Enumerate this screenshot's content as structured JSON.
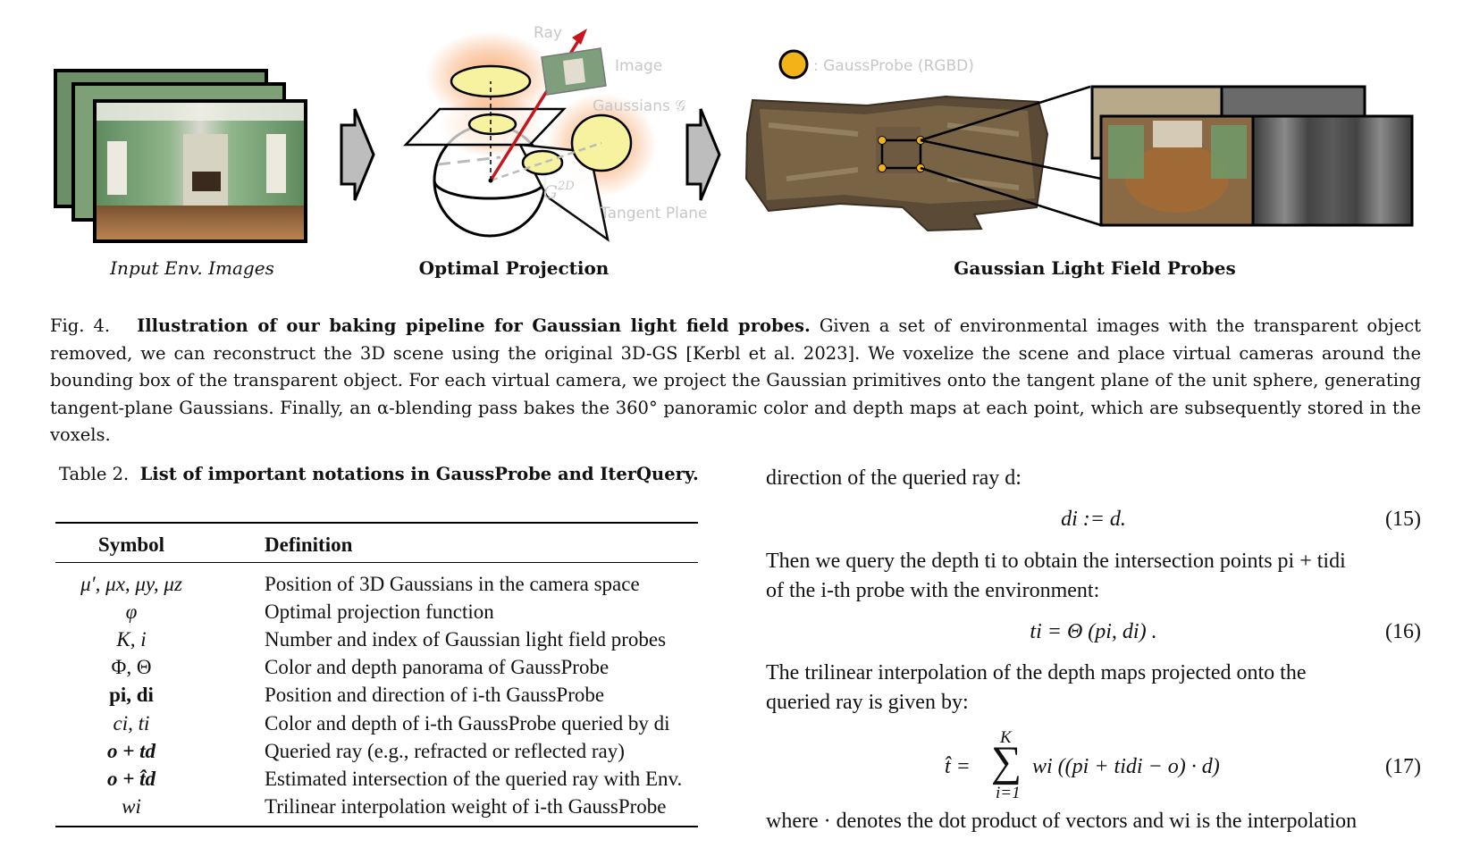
{
  "figure": {
    "panels": {
      "input_label": "Input Env. Images",
      "projection_label": "Optimal Projection",
      "probes_label": "Gaussian Light Field Probes"
    },
    "annotations": {
      "ray": "Ray",
      "image": "Image",
      "gaussians": "Gaussians 𝒢",
      "g2d": "G",
      "g2d_sup": "2D",
      "tangent_plane": "Tangent Plane",
      "probe_legend": ": GaussProbe (RGBD)"
    },
    "colors": {
      "probe_dot": "#f2b218",
      "ray_red": "#c8141c",
      "ellipse_fill": "#f6f2a0",
      "glow": "#f7a66a",
      "wall_green": "#6f9a6a",
      "floor_wood": "#9a6a3a",
      "arrow_gray": "#bdbdbd"
    },
    "caption_label": "Fig. 4.",
    "caption_title": "Illustration of our baking pipeline for Gaussian light field probes.",
    "caption_text": "Given a set of environmental images with the transparent object removed, we can reconstruct the 3D scene using the original 3D-GS [Kerbl et al. 2023]. We voxelize the scene and place virtual cameras around the bounding box of the transparent object. For each virtual camera, we project the Gaussian primitives onto the tangent plane of the unit sphere, generating tangent-plane Gaussians. Finally, an α-blending pass bakes the 360° panoramic color and depth maps at each point, which are subsequently stored in the voxels."
  },
  "table": {
    "label": "Table 2.",
    "title": "List of important notations in GaussProbe and IterQuery.",
    "headers": [
      "Symbol",
      "Definition"
    ],
    "rows": [
      {
        "symbol": "μ′, μx, μy, μz",
        "definition": "Position of 3D Gaussians in the camera space"
      },
      {
        "symbol": "φ",
        "definition": "Optimal projection function"
      },
      {
        "symbol": "K, i",
        "definition": "Number and index of Gaussian light field probes"
      },
      {
        "symbol": "Φ, Θ",
        "definition": "Color and depth panorama of GaussProbe"
      },
      {
        "symbol": "pi, di",
        "definition": "Position and direction of i-th GaussProbe"
      },
      {
        "symbol": "ci, ti",
        "definition": "Color and depth of i-th GaussProbe queried by di"
      },
      {
        "symbol": "o + td",
        "definition": "Queried ray (e.g., refracted or reflected ray)"
      },
      {
        "symbol": "o + t̂d",
        "definition": "Estimated intersection of the queried ray with Env."
      },
      {
        "symbol": "wi",
        "definition": "Trilinear interpolation weight of i-th GaussProbe"
      }
    ]
  },
  "right": {
    "p1": "direction of the queried ray d:",
    "eq15": "di := d.",
    "eq15_num": "(15)",
    "p2a": "Then we query the depth ti to obtain the intersection points pi + tidi",
    "p2b": "of the i-th probe with the environment:",
    "eq16": "ti = Θ (pi, di) .",
    "eq16_num": "(16)",
    "p3a": "The trilinear interpolation of the depth maps projected onto the",
    "p3b": "queried ray is given by:",
    "eq17_lhs": "t̂ =",
    "eq17_sum_top": "K",
    "eq17_sum_bottom": "i=1",
    "eq17_rhs": "wi ((pi + tidi − o) · d)",
    "eq17_num": "(17)",
    "p4": "where · denotes the dot product of vectors and wi is the interpolation"
  }
}
